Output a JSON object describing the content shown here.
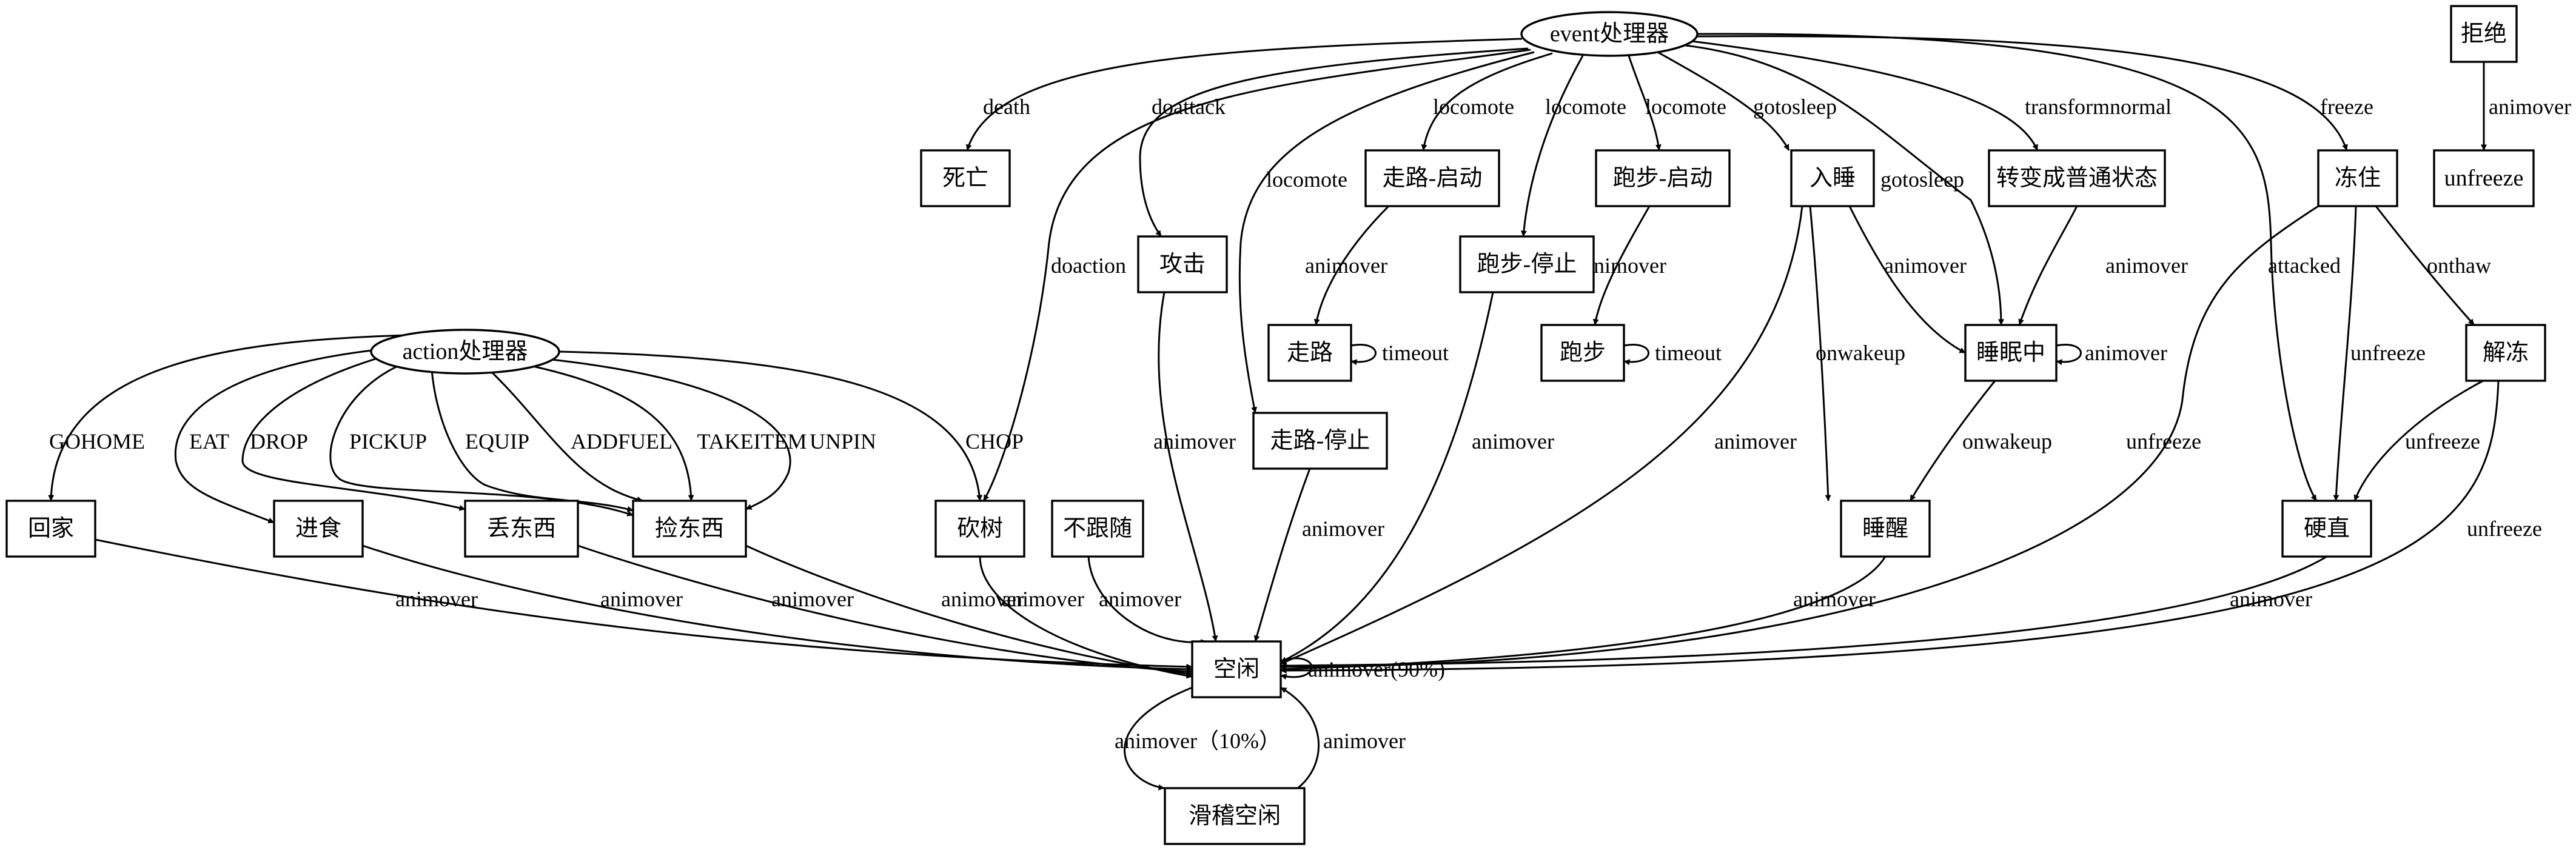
{
  "nodes": {
    "event": {
      "label": "event处理器",
      "shape": "ellipse"
    },
    "action": {
      "label": "action处理器",
      "shape": "ellipse"
    },
    "reject": {
      "label": "拒绝",
      "shape": "box"
    },
    "unfreeze": {
      "label": "unfreeze",
      "shape": "box"
    },
    "death": {
      "label": "死亡",
      "shape": "box"
    },
    "walkstart": {
      "label": "走路-启动",
      "shape": "box"
    },
    "runstart": {
      "label": "跑步-启动",
      "shape": "box"
    },
    "sleepin": {
      "label": "入睡",
      "shape": "box"
    },
    "transform": {
      "label": "转变成普通状态",
      "shape": "box"
    },
    "frozen": {
      "label": "冻住",
      "shape": "box"
    },
    "attack": {
      "label": "攻击",
      "shape": "box"
    },
    "runstop": {
      "label": "跑步-停止",
      "shape": "box"
    },
    "walk": {
      "label": "走路",
      "shape": "box"
    },
    "run": {
      "label": "跑步",
      "shape": "box"
    },
    "sleeping": {
      "label": "睡眠中",
      "shape": "box"
    },
    "thaw": {
      "label": "解冻",
      "shape": "box"
    },
    "walkstop": {
      "label": "走路-停止",
      "shape": "box"
    },
    "gohome": {
      "label": "回家",
      "shape": "box"
    },
    "eat": {
      "label": "进食",
      "shape": "box"
    },
    "drop": {
      "label": "丢东西",
      "shape": "box"
    },
    "pickup": {
      "label": "捡东西",
      "shape": "box"
    },
    "chop": {
      "label": "砍树",
      "shape": "box"
    },
    "nofollow": {
      "label": "不跟随",
      "shape": "box"
    },
    "wake": {
      "label": "睡醒",
      "shape": "box"
    },
    "stiff": {
      "label": "硬直",
      "shape": "box"
    },
    "idle": {
      "label": "空闲",
      "shape": "box"
    },
    "funnyidle": {
      "label": "滑稽空闲",
      "shape": "box"
    }
  },
  "edges": [
    {
      "from": "event",
      "to": "death",
      "label": "death"
    },
    {
      "from": "event",
      "to": "chop",
      "label": "doaction"
    },
    {
      "from": "event",
      "to": "attack",
      "label": "doattack"
    },
    {
      "from": "event",
      "to": "walkstop",
      "label": "locomote"
    },
    {
      "from": "event",
      "to": "walkstart",
      "label": "locomote"
    },
    {
      "from": "event",
      "to": "runstop",
      "label": "locomote"
    },
    {
      "from": "event",
      "to": "runstart",
      "label": "locomote"
    },
    {
      "from": "event",
      "to": "sleepin",
      "label": "gotosleep"
    },
    {
      "from": "event",
      "to": "sleeping",
      "label": "gotosleep"
    },
    {
      "from": "event",
      "to": "transform",
      "label": "transformnormal"
    },
    {
      "from": "event",
      "to": "frozen",
      "label": "freeze"
    },
    {
      "from": "event",
      "to": "stiff",
      "label": "attacked"
    },
    {
      "from": "reject",
      "to": "unfreeze",
      "label": "animover"
    },
    {
      "from": "walkstart",
      "to": "walk",
      "label": "animover"
    },
    {
      "from": "walk",
      "to": "walk",
      "label": "timeout"
    },
    {
      "from": "runstart",
      "to": "run",
      "label": "animover"
    },
    {
      "from": "run",
      "to": "run",
      "label": "timeout"
    },
    {
      "from": "sleepin",
      "to": "sleeping",
      "label": "animover"
    },
    {
      "from": "sleepin",
      "to": "wake",
      "label": "onwakeup"
    },
    {
      "from": "sleepin",
      "to": "idle",
      "label": "animover"
    },
    {
      "from": "transform",
      "to": "sleeping",
      "label": "animover"
    },
    {
      "from": "sleeping",
      "to": "sleeping",
      "label": "animover"
    },
    {
      "from": "sleeping",
      "to": "wake",
      "label": "onwakeup"
    },
    {
      "from": "frozen",
      "to": "thaw",
      "label": "onthaw"
    },
    {
      "from": "frozen",
      "to": "stiff",
      "label": "unfreeze"
    },
    {
      "from": "frozen",
      "to": "idle",
      "label": "unfreeze"
    },
    {
      "from": "thaw",
      "to": "stiff",
      "label": "unfreeze"
    },
    {
      "from": "thaw",
      "to": "idle",
      "label": "unfreeze"
    },
    {
      "from": "attack",
      "to": "idle",
      "label": "animover"
    },
    {
      "from": "runstop",
      "to": "idle",
      "label": "animover"
    },
    {
      "from": "walkstop",
      "to": "idle",
      "label": "animover"
    },
    {
      "from": "action",
      "to": "gohome",
      "label": "GOHOME"
    },
    {
      "from": "action",
      "to": "eat",
      "label": "EAT"
    },
    {
      "from": "action",
      "to": "drop",
      "label": "DROP"
    },
    {
      "from": "action",
      "to": "pickup",
      "label": "PICKUP"
    },
    {
      "from": "action",
      "to": "pickup",
      "label": "EQUIP"
    },
    {
      "from": "action",
      "to": "pickup",
      "label": "ADDFUEL"
    },
    {
      "from": "action",
      "to": "pickup",
      "label": "TAKEITEM"
    },
    {
      "from": "action",
      "to": "pickup",
      "label": "UNPIN"
    },
    {
      "from": "action",
      "to": "chop",
      "label": "CHOP"
    },
    {
      "from": "gohome",
      "to": "idle",
      "label": "animover"
    },
    {
      "from": "eat",
      "to": "idle",
      "label": "animover"
    },
    {
      "from": "drop",
      "to": "idle",
      "label": "animover"
    },
    {
      "from": "pickup",
      "to": "idle",
      "label": "animover"
    },
    {
      "from": "chop",
      "to": "idle",
      "label": "animover"
    },
    {
      "from": "nofollow",
      "to": "idle",
      "label": "animover"
    },
    {
      "from": "wake",
      "to": "idle",
      "label": "animover"
    },
    {
      "from": "stiff",
      "to": "idle",
      "label": "animover"
    },
    {
      "from": "idle",
      "to": "idle",
      "label": "animover(90%)"
    },
    {
      "from": "idle",
      "to": "funnyidle",
      "label": "animover（10%）"
    },
    {
      "from": "funnyidle",
      "to": "idle",
      "label": "animover"
    }
  ]
}
